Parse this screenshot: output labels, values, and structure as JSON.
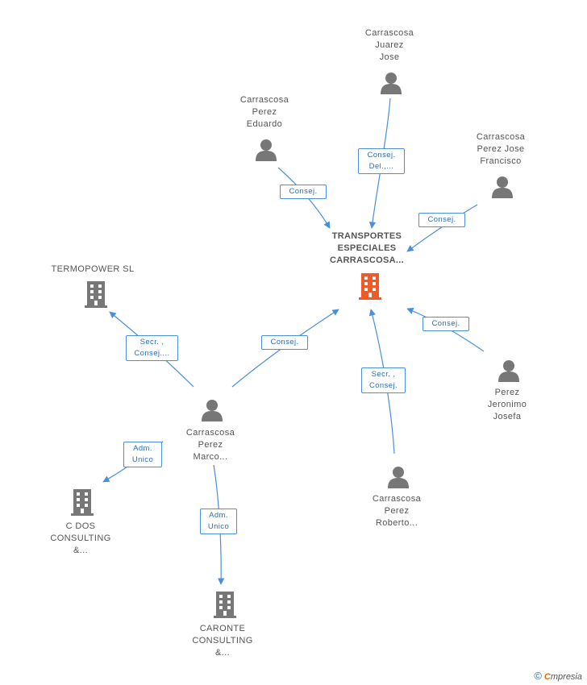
{
  "nodes": {
    "main": {
      "lines": [
        "TRANSPORTES",
        "ESPECIALES",
        "CARRASCOSA..."
      ],
      "icon": "building-icon-highlight",
      "color": "#f05a28"
    },
    "juarez": {
      "lines": [
        "Carrascosa",
        "Juarez",
        "Jose"
      ],
      "icon": "person-icon"
    },
    "eduardo": {
      "lines": [
        "Carrascosa",
        "Perez",
        "Eduardo"
      ],
      "icon": "person-icon"
    },
    "francisco": {
      "lines": [
        "Carrascosa",
        "Perez Jose",
        "Francisco"
      ],
      "icon": "person-icon"
    },
    "termopower": {
      "lines": [
        "TERMOPOWER SL"
      ],
      "icon": "building-icon"
    },
    "josefa": {
      "lines": [
        "Perez",
        "Jeronimo",
        "Josefa"
      ],
      "icon": "person-icon"
    },
    "marco": {
      "lines": [
        "Carrascosa",
        "Perez",
        "Marco..."
      ],
      "icon": "person-icon"
    },
    "roberto": {
      "lines": [
        "Carrascosa",
        "Perez",
        "Roberto..."
      ],
      "icon": "person-icon"
    },
    "cdos": {
      "lines": [
        "C DOS",
        "CONSULTING",
        "&..."
      ],
      "icon": "building-icon"
    },
    "caronte": {
      "lines": [
        "CARONTE",
        "CONSULTING",
        "&..."
      ],
      "icon": "building-icon"
    }
  },
  "relations": {
    "juarez_main": [
      "Consej.",
      "Del.,..."
    ],
    "eduardo_main": [
      "Consej."
    ],
    "francisco_main": [
      "Consej."
    ],
    "marco_termopower": [
      "Secr. ,",
      "Consej...."
    ],
    "marco_main": [
      "Consej."
    ],
    "josefa_main": [
      "Consej."
    ],
    "roberto_main": [
      "Secr. ,",
      "Consej."
    ],
    "marco_cdos": [
      "Adm.",
      "Unico"
    ],
    "marco_caronte": [
      "Adm.",
      "Unico"
    ]
  },
  "colors": {
    "edge": "#4a8fd9",
    "person": "#777777",
    "building": "#777777",
    "highlight": "#f05a28"
  },
  "footer": {
    "copyright": "©",
    "brand_first": "C",
    "brand_rest": "mpresia"
  }
}
